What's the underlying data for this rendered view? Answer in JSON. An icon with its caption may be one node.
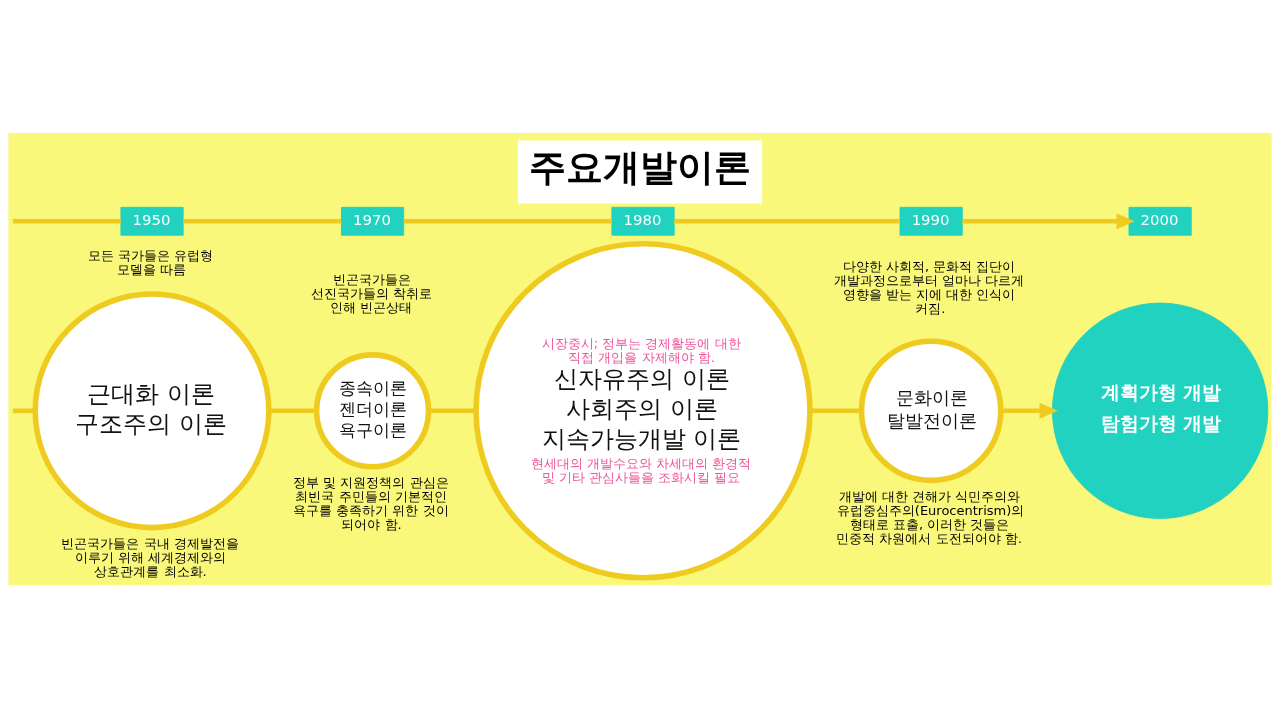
{
  "diagram": {
    "title": "주요개발이론",
    "nodes": [
      {
        "text": [
          "1950"
        ]
      },
      {
        "text": [
          "1970"
        ]
      },
      {
        "text": [
          "1980"
        ]
      },
      {
        "text": [
          "1990"
        ]
      },
      {
        "text": [
          "2000"
        ]
      },
      {
        "text": [
          "근대화 이론",
          "구조주의 이론"
        ],
        "beside": [
          "모든 국가들은 유럽형 모델을 따름",
          "빈곤국가들은 국내 경제발전을 이루기 위해 세계경제와의 상호관계를 최소화."
        ]
      },
      {
        "text": [
          "종속이론",
          "젠더이론",
          "욕구이론"
        ],
        "beside": [
          "빈곤국가들은 선진국가들의 착취로 인해 빈곤상태",
          "정부 및 지원정책의 관심은 최빈국 주민들의 기본적인 욕구를 충족하기 위한 것이 되어야 함."
        ]
      },
      {
        "text": [
          "시장중시; 정부는 경제활동에 대한 직접 개입을 자제해야 함.",
          "신자유주의 이론",
          "사회주의 이론",
          "지속가능개발 이론",
          "현세대의 개발수요와 차세대의 환경적 및 기타 관심사들을 조화시킬 필요"
        ]
      },
      {
        "text": [
          "문화이론",
          "탈발전이론"
        ],
        "beside": [
          "다양한 사회적, 문화적 집단이 개발과정으로부터 얼마나 다르게 영향을 받는 지에 대한 인식이 커짐.",
          "개발에 대한 견해가 식민주의와 유럽중심주의(Eurocentrism)의 형태로 표출, 이러한 것들은 민중적 차원에서 도전되어야 함."
        ]
      },
      {
        "text": [
          "계획가형 개발",
          "탐험가형 개발"
        ]
      }
    ],
    "edges": [
      {
        "from": null,
        "to": 0,
        "arrow": "none"
      },
      {
        "from": 0,
        "to": 1,
        "arrow": "none"
      },
      {
        "from": 1,
        "to": 2,
        "arrow": "none"
      },
      {
        "from": 2,
        "to": 3,
        "arrow": "none"
      },
      {
        "from": 3,
        "to": 4,
        "arrow": "to"
      },
      {
        "from": null,
        "to": 5,
        "arrow": "none"
      },
      {
        "from": 5,
        "to": 6,
        "arrow": "none"
      },
      {
        "from": 6,
        "to": 7,
        "arrow": "none"
      },
      {
        "from": 7,
        "to": 8,
        "arrow": "none"
      },
      {
        "from": 8,
        "to": 9,
        "arrow": "to"
      }
    ]
  }
}
